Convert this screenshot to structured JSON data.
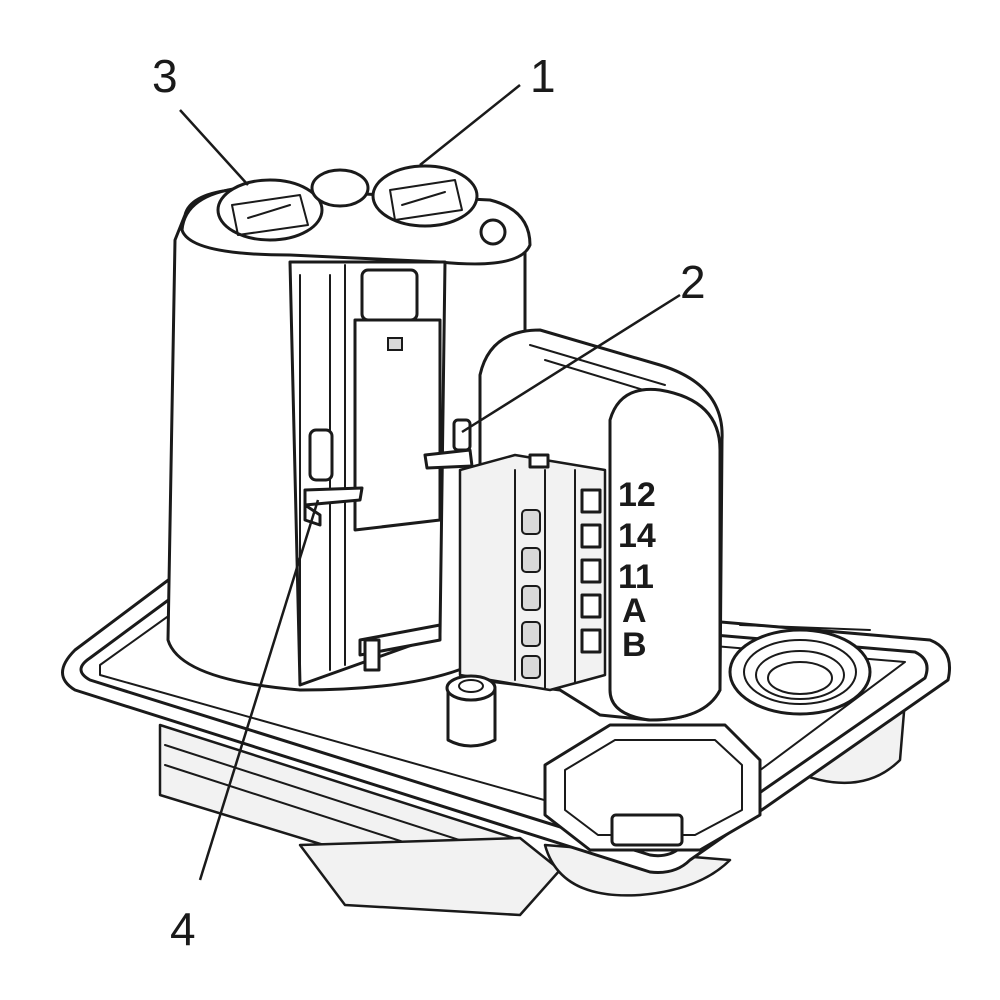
{
  "callouts": {
    "c1": "1",
    "c2": "2",
    "c3": "3",
    "c4": "4"
  },
  "terminals": [
    "12",
    "14",
    "11",
    "A",
    "B"
  ],
  "colors": {
    "line": "#1a1a1a",
    "background": "#ffffff"
  }
}
